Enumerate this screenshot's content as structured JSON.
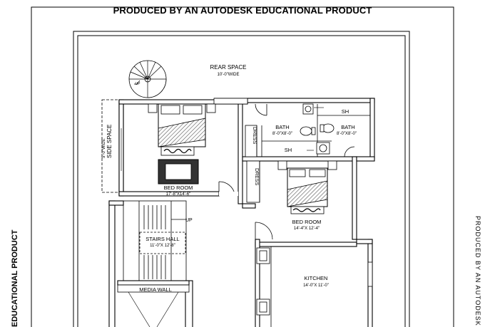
{
  "banner": {
    "top": "PRODUCED BY AN AUTODESK EDUCATIONAL PRODUCT",
    "left": "EDUCATIONAL PRODUCT",
    "right": "PRODUCED BY AN AUTODESK"
  },
  "plan": {
    "rear_space": {
      "label": "REAR SPACE",
      "dim": "10'-0\"WIDE"
    },
    "side_space": {
      "label": "SIDE SPACE",
      "dim": "5'-0\"WIDE"
    },
    "spiral_stair": {
      "label": "UP"
    },
    "bedroom1": {
      "label": "BED ROOM",
      "dim": "17'-8\"X14'-6\""
    },
    "bedroom2": {
      "label": "BED ROOM",
      "dim": "14'-4\"X 12'-4\""
    },
    "dress1": {
      "label": "DRESS"
    },
    "dress2": {
      "label": "DRESS"
    },
    "bath1": {
      "label": "BATH",
      "dim": "8'-0\"X8'-0\""
    },
    "bath2": {
      "label": "BATH",
      "dim": "8'-0\"X8'-0\""
    },
    "sh1": {
      "label": "SH"
    },
    "sh2": {
      "label": "SH"
    },
    "stairs": {
      "label": "STAIRS HALL",
      "dim": "11'-0\"X 12'-8\"",
      "up": "UP"
    },
    "media_wall": {
      "label": "MEDIA WALL"
    },
    "kitchen": {
      "label": "KITCHEN",
      "dim": "14'-0\"X 11'-0\""
    }
  },
  "colors": {
    "ink": "#000000",
    "paper": "#ffffff",
    "hatch": "#555555"
  }
}
